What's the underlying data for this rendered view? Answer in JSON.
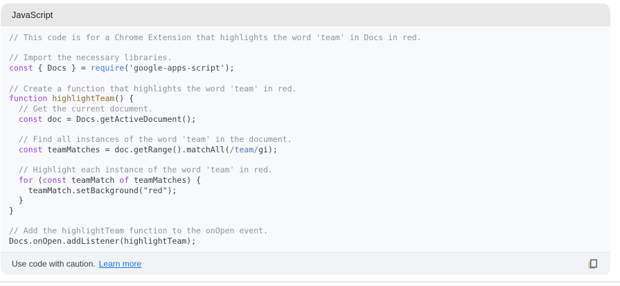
{
  "header": {
    "language_label": "JavaScript"
  },
  "code": {
    "lines": [
      [
        {
          "c": "comment",
          "t": "// This code is for a Chrome Extension that highlights the word 'team' in Docs in red."
        }
      ],
      [],
      [
        {
          "c": "comment",
          "t": "// Import the necessary libraries."
        }
      ],
      [
        {
          "c": "keyword",
          "t": "const"
        },
        {
          "c": "plain",
          "t": " { Docs } = "
        },
        {
          "c": "func",
          "t": "require"
        },
        {
          "c": "plain",
          "t": "("
        },
        {
          "c": "string",
          "t": "'google-apps-script'"
        },
        {
          "c": "plain",
          "t": ");"
        }
      ],
      [],
      [
        {
          "c": "comment",
          "t": "// Create a function that highlights the word 'team' in red."
        }
      ],
      [
        {
          "c": "keyword",
          "t": "function"
        },
        {
          "c": "plain",
          "t": " "
        },
        {
          "c": "fname",
          "t": "highlightTeam"
        },
        {
          "c": "plain",
          "t": "() {"
        }
      ],
      [
        {
          "c": "comment",
          "t": "  // Get the current document."
        }
      ],
      [
        {
          "c": "plain",
          "t": "  "
        },
        {
          "c": "keyword",
          "t": "const"
        },
        {
          "c": "plain",
          "t": " doc = Docs.getActiveDocument();"
        }
      ],
      [],
      [
        {
          "c": "comment",
          "t": "  // Find all instances of the word 'team' in the document."
        }
      ],
      [
        {
          "c": "plain",
          "t": "  "
        },
        {
          "c": "keyword",
          "t": "const"
        },
        {
          "c": "plain",
          "t": " teamMatches = doc.getRange().matchAll("
        },
        {
          "c": "regex",
          "t": "/team/"
        },
        {
          "c": "plain",
          "t": "gi);"
        }
      ],
      [],
      [
        {
          "c": "comment",
          "t": "  // Highlight each instance of the word 'team' in red."
        }
      ],
      [
        {
          "c": "plain",
          "t": "  "
        },
        {
          "c": "keyword",
          "t": "for"
        },
        {
          "c": "plain",
          "t": " ("
        },
        {
          "c": "keyword",
          "t": "const"
        },
        {
          "c": "plain",
          "t": " teamMatch "
        },
        {
          "c": "keyword",
          "t": "of"
        },
        {
          "c": "plain",
          "t": " teamMatches) {"
        }
      ],
      [
        {
          "c": "plain",
          "t": "    teamMatch.setBackground("
        },
        {
          "c": "string",
          "t": "\"red\""
        },
        {
          "c": "plain",
          "t": ");"
        }
      ],
      [
        {
          "c": "plain",
          "t": "  }"
        }
      ],
      [
        {
          "c": "plain",
          "t": "}"
        }
      ],
      [],
      [
        {
          "c": "comment",
          "t": "// Add the highlightTeam function to the onOpen event."
        }
      ],
      [
        {
          "c": "plain",
          "t": "Docs.onOpen.addListener(highlightTeam);"
        }
      ]
    ]
  },
  "footer": {
    "caution_text": "Use code with caution.",
    "learn_more_label": "Learn more",
    "copy_icon": "copy-code-icon"
  },
  "colors": {
    "header_bg": "#e8e8e8",
    "code_bg": "#f8f9fa",
    "footer_bg": "#f1f3f4",
    "plain_text": "#3c4043",
    "comment": "#8f959b",
    "keyword": "#9a45d0",
    "function_call": "#3e78e7",
    "function_name": "#8f6a32",
    "string": "#3d4c59",
    "regex": "#5878b0",
    "link": "#1a73e8"
  }
}
